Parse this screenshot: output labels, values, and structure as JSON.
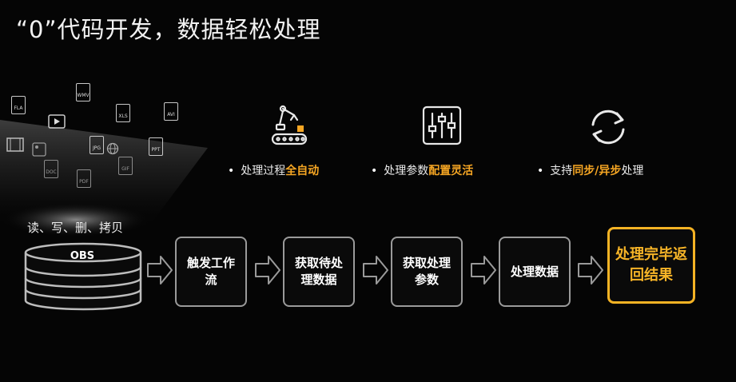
{
  "title": "“0”代码开发，数据轻松处理",
  "files": [
    "FLA",
    "WMV",
    "XLS",
    "AVI",
    "JPG",
    "PPT",
    "DOC",
    "PDF",
    "GIF"
  ],
  "features": [
    {
      "icon": "robot-arm-conveyor-icon",
      "prefix": "处理过程",
      "highlight": "全自动",
      "suffix": ""
    },
    {
      "icon": "sliders-icon",
      "prefix": "处理参数",
      "highlight": "配置灵活",
      "suffix": ""
    },
    {
      "icon": "sync-arrows-icon",
      "prefix": "支持",
      "highlight": "同步/异步",
      "suffix": "处理"
    }
  ],
  "obs": {
    "ops": "读、写、删、拷贝",
    "label": "OBS"
  },
  "steps": [
    {
      "label": "触发工作流"
    },
    {
      "label": "获取待处理数据"
    },
    {
      "label": "获取处理参数"
    },
    {
      "label": "处理数据"
    },
    {
      "label": "处理完毕返回结果"
    }
  ],
  "colors": {
    "accent": "#f6a623",
    "border": "#9a9a9a"
  }
}
